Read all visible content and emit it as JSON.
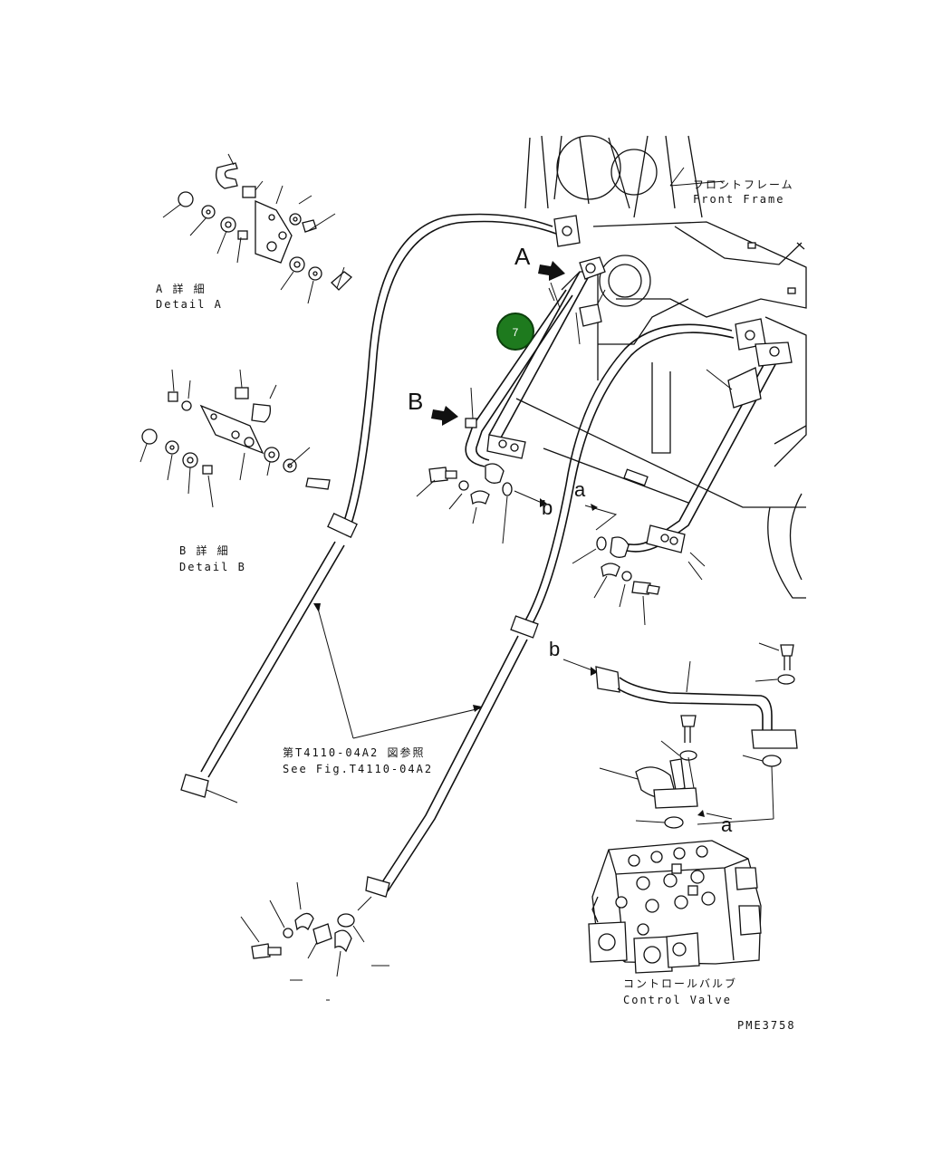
{
  "labels": {
    "front_frame_jp": "フロントフレーム",
    "front_frame_en": "Front Frame",
    "detail_a_jp": "A 詳 細",
    "detail_a_en": "Detail A",
    "detail_b_jp": "B 詳 細",
    "detail_b_en": "Detail B",
    "see_fig_jp": "第T4110-04A2 図参照",
    "see_fig_en": "See Fig.T4110-04A2",
    "control_valve_jp": "コントロールバルブ",
    "control_valve_en": "Control Valve",
    "drawing_code": "PME3758",
    "arrow_a": "A",
    "arrow_b": "B",
    "ref_a_upper": "a",
    "ref_a_lower": "a",
    "ref_b_upper": "b",
    "ref_b_lower": "b"
  },
  "callout": {
    "number": "7",
    "color": "#1e7a1e"
  }
}
